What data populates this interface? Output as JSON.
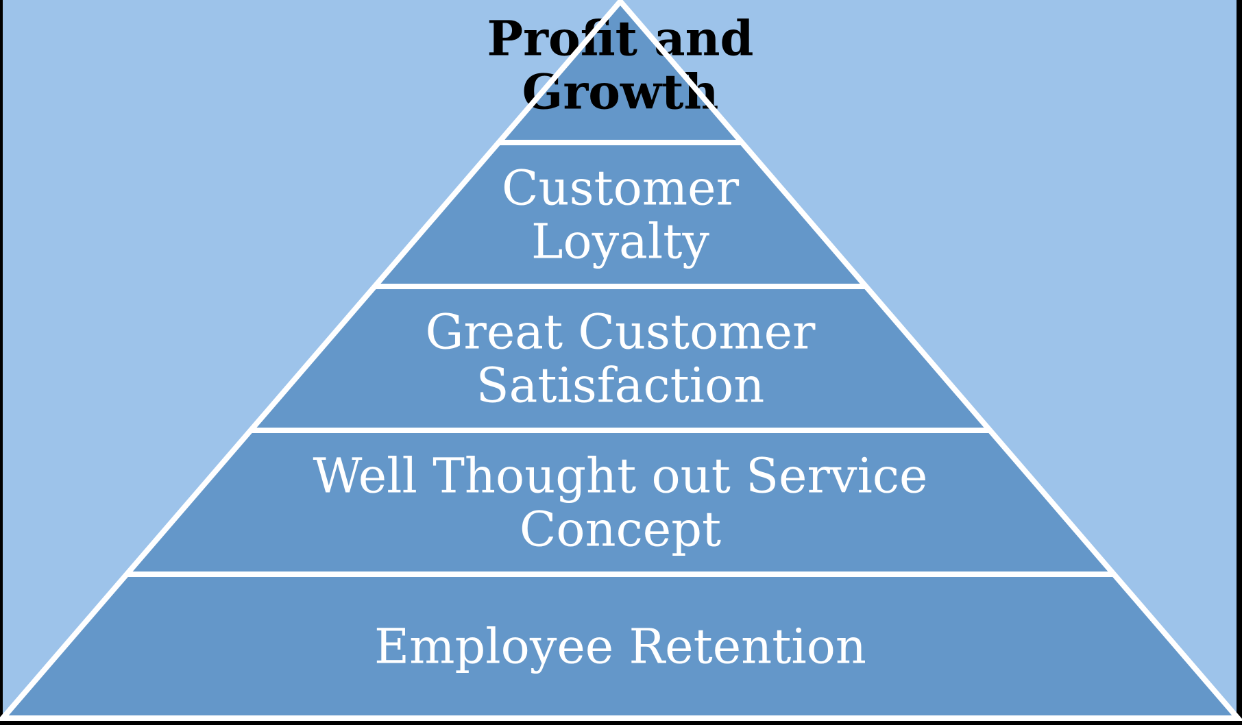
{
  "colors": {
    "background": "#9dc3ea",
    "tier_fill": "#6497c9",
    "separator": "#ffffff",
    "frame": "#000000",
    "apex_text": "#000000",
    "tier_text": "#ffffff"
  },
  "pyramid": {
    "tiers": [
      {
        "lines": [
          "Profit and",
          "Growth"
        ],
        "bold": true,
        "apex": true
      },
      {
        "lines": [
          "Customer",
          "Loyalty"
        ],
        "bold": false,
        "apex": false
      },
      {
        "lines": [
          "Great Customer",
          "Satisfaction"
        ],
        "bold": false,
        "apex": false
      },
      {
        "lines": [
          "Well Thought out Service",
          "Concept"
        ],
        "bold": false,
        "apex": false
      },
      {
        "lines": [
          "Employee Retention"
        ],
        "bold": false,
        "apex": false
      }
    ]
  }
}
